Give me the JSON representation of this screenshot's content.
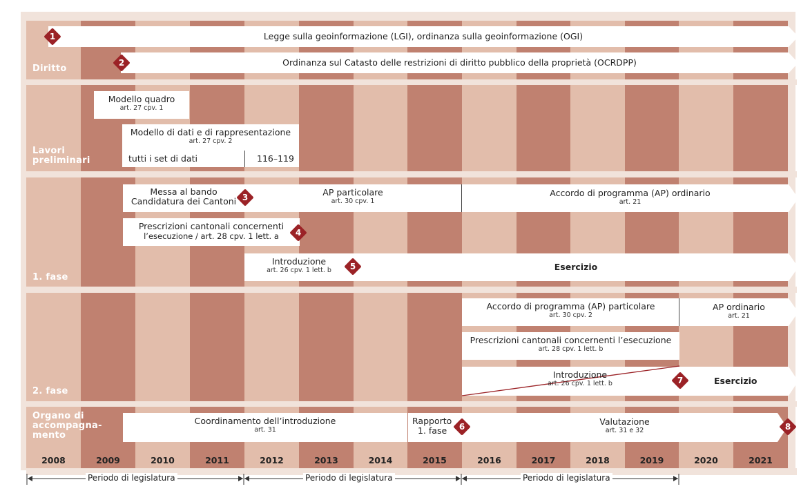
{
  "colors": {
    "frame_bg": "#f1e3db",
    "column_light": "#e2bdab",
    "column_dark": "#c08170",
    "marker": "#9b2226",
    "label_text": "#ffffff"
  },
  "sections": {
    "diritto": "Diritto",
    "lavori": [
      "Lavori",
      "preliminari"
    ],
    "fase1": "1. fase",
    "fase2": "2. fase",
    "organo": [
      "Organo di",
      "accompagna-",
      "mento"
    ]
  },
  "diritto": {
    "lgi": "Legge sulla geoinformazione (LGI), ordinanza sulla geoinformazione (OGI)",
    "ocrdpp": "Ordinanza sul Catasto delle restrizioni di diritto pubblico della proprietà (OCRDPP)"
  },
  "lavori": {
    "modello_quadro": {
      "title": "Modello quadro",
      "sub": "art. 27 cpv. 1"
    },
    "modello_dati": {
      "title": "Modello di dati e di rappresentazione",
      "sub": "art. 27 cpv. 2",
      "left": "tutti i set di dati",
      "right": "116–119"
    }
  },
  "fase1": {
    "bando": [
      "Messa al bando",
      "Candidatura dei Cantoni"
    ],
    "ap_particolare": {
      "title": "AP particolare",
      "sub": "art. 30 cpv. 1"
    },
    "ap_ordinario": {
      "title": "Accordo di programma (AP) ordinario",
      "sub": "art. 21"
    },
    "prescrizioni": [
      "Prescrizioni cantonali concernenti",
      "l’esecuzione / art. 28 cpv. 1 lett. a"
    ],
    "introduzione": {
      "title": "Introduzione",
      "sub": "art. 26 cpv. 1 lett. b"
    },
    "esercizio": "Esercizio"
  },
  "fase2": {
    "ap_particolare": {
      "title": "Accordo di programma (AP) particolare",
      "sub": "art. 30 cpv. 2"
    },
    "ap_ordinario": {
      "title": "AP ordinario",
      "sub": "art. 21"
    },
    "prescrizioni": {
      "title": "Prescrizioni cantonali concernenti l’esecuzione",
      "sub": "art. 28 cpv. 1 lett. b"
    },
    "introduzione": {
      "title": "Introduzione",
      "sub": "art. 26 cpv. 1 lett. b"
    },
    "esercizio": "Esercizio"
  },
  "organo": {
    "coordinamento": {
      "title": "Coordinamento dell’introduzione",
      "sub": "art. 31"
    },
    "rapporto": [
      "Rapporto",
      "1. fase"
    ],
    "valutazione": {
      "title": "Valutazione",
      "sub": "art. 31 e 32"
    }
  },
  "markers": [
    "1",
    "2",
    "3",
    "4",
    "5",
    "6",
    "7",
    "8"
  ],
  "years": [
    "2008",
    "2009",
    "2010",
    "2011",
    "2012",
    "2013",
    "2014",
    "2015",
    "2016",
    "2017",
    "2018",
    "2019",
    "2020",
    "2021"
  ],
  "legislatura": [
    "Periodo di legislatura",
    "Periodo di legislatura",
    "Periodo di legislatura"
  ]
}
